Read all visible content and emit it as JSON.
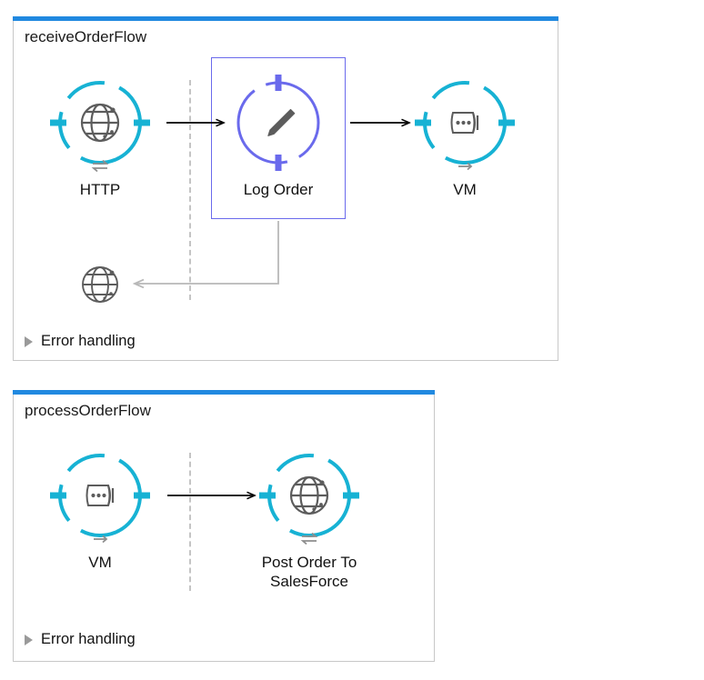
{
  "theme": {
    "flow_header_blue": "#2189e0",
    "node_teal": "#17b2d4",
    "selected_purple": "#6a6aec",
    "icon_gray": "#5c5c5c",
    "connector_black": "#000000",
    "connector_gray": "#b8b8b8",
    "container_border": "#c8c8c8"
  },
  "flows": [
    {
      "id": "receiveOrderFlow",
      "title": "receiveOrderFlow",
      "error_handling_label": "Error handling",
      "error_handling_icon": "triangle-right-icon",
      "nodes": [
        {
          "id": "http-source",
          "label": "HTTP",
          "icon": "globe-icon",
          "badge": "exchange-arrows-icon",
          "state": "normal",
          "kind": "source"
        },
        {
          "id": "log-order",
          "label": "Log Order",
          "icon": "pencil-icon",
          "badge": "",
          "state": "selected",
          "kind": "processor"
        },
        {
          "id": "vm-publish",
          "label": "VM",
          "icon": "queue-icon",
          "badge": "arrow-right-icon",
          "state": "normal",
          "kind": "processor"
        },
        {
          "id": "error-globe",
          "label": "",
          "icon": "globe-icon",
          "badge": "",
          "state": "mini",
          "kind": "error-target"
        }
      ],
      "connectors": [
        {
          "from": "http-source",
          "to": "log-order",
          "style": "solid-black"
        },
        {
          "from": "log-order",
          "to": "vm-publish",
          "style": "solid-black"
        },
        {
          "from": "log-order",
          "to": "error-globe",
          "style": "solid-gray-elbow"
        }
      ]
    },
    {
      "id": "processOrderFlow",
      "title": "processOrderFlow",
      "error_handling_label": "Error handling",
      "error_handling_icon": "triangle-right-icon",
      "nodes": [
        {
          "id": "vm-listener",
          "label": "VM",
          "icon": "queue-icon",
          "badge": "arrow-right-icon",
          "state": "normal",
          "kind": "source"
        },
        {
          "id": "post-sf",
          "label": "Post Order To\nSalesForce",
          "icon": "globe-icon",
          "badge": "exchange-arrows-icon",
          "state": "normal",
          "kind": "processor"
        }
      ],
      "connectors": [
        {
          "from": "vm-listener",
          "to": "post-sf",
          "style": "solid-black"
        }
      ]
    }
  ]
}
